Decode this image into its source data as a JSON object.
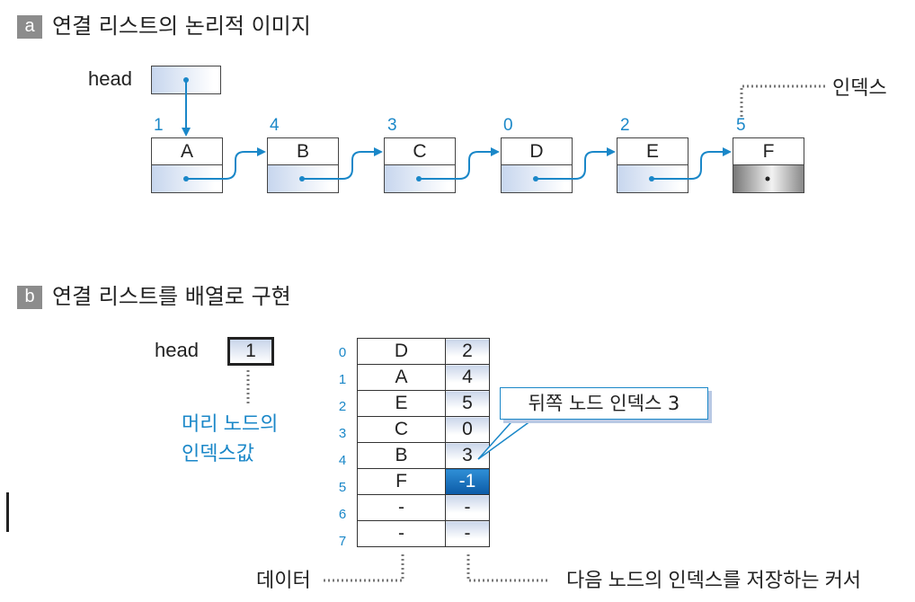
{
  "section_a": {
    "badge": "a",
    "title": "연결 리스트의 논리적 이미지",
    "head_label": "head",
    "index_label": "인덱스",
    "nodes": [
      {
        "index": "1",
        "data": "A"
      },
      {
        "index": "4",
        "data": "B"
      },
      {
        "index": "3",
        "data": "C"
      },
      {
        "index": "0",
        "data": "D"
      },
      {
        "index": "2",
        "data": "E"
      },
      {
        "index": "5",
        "data": "F"
      }
    ]
  },
  "section_b": {
    "badge": "b",
    "title": "연결 리스트를 배열로 구현",
    "head_label": "head",
    "head_value": "1",
    "head_caption_1": "머리 노드의",
    "head_caption_2": "인덱스값",
    "rows": [
      {
        "index": "0",
        "data": "D",
        "next": "2"
      },
      {
        "index": "1",
        "data": "A",
        "next": "4"
      },
      {
        "index": "2",
        "data": "E",
        "next": "5"
      },
      {
        "index": "3",
        "data": "C",
        "next": "0"
      },
      {
        "index": "4",
        "data": "B",
        "next": "3"
      },
      {
        "index": "5",
        "data": "F",
        "next": "-1"
      },
      {
        "index": "6",
        "data": "-",
        "next": "-"
      },
      {
        "index": "7",
        "data": "-",
        "next": "-"
      }
    ],
    "callout": "뒤쪽 노드 인덱스 3",
    "data_label": "데이터",
    "cursor_label": "다음 노드의 인덱스를 저장하는 커서"
  },
  "colors": {
    "accent": "#1a87c8",
    "badge": "#8c8c8c",
    "highlight": "#0b5aa6"
  }
}
